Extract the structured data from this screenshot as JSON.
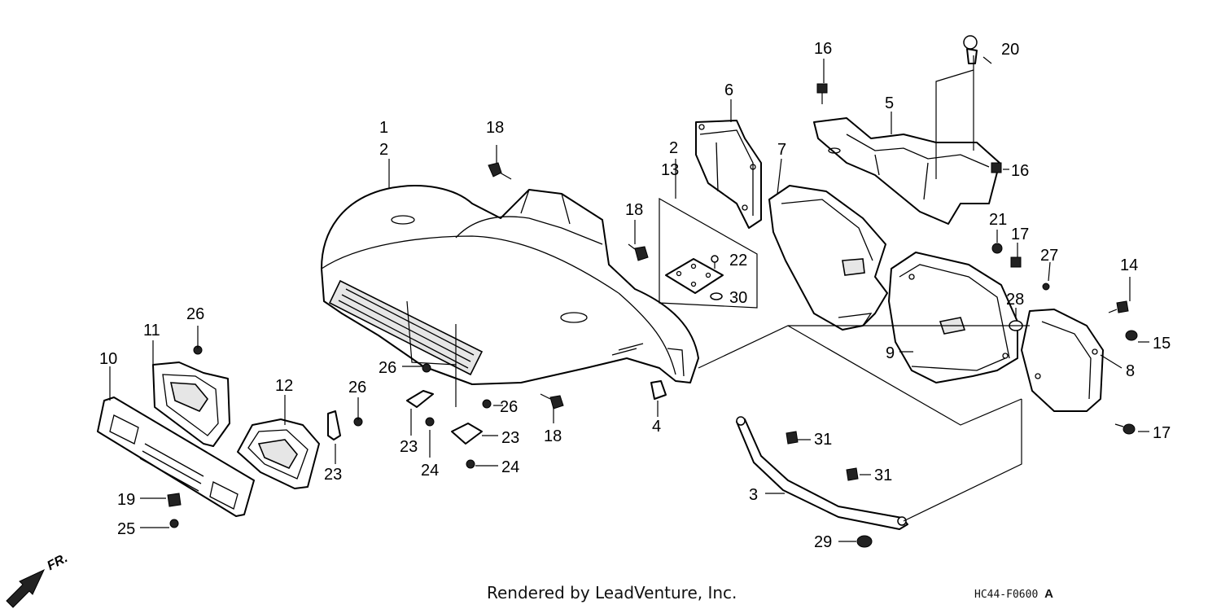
{
  "callouts": {
    "c1": "1",
    "c2a": "2",
    "c2b": "2",
    "c3": "3",
    "c4": "4",
    "c5": "5",
    "c6": "6",
    "c7": "7",
    "c8": "8",
    "c9": "9",
    "c10": "10",
    "c11": "11",
    "c12": "12",
    "c13": "13",
    "c14": "14",
    "c15": "15",
    "c16a": "16",
    "c16b": "16",
    "c17a": "17",
    "c17b": "17",
    "c18a": "18",
    "c18b": "18",
    "c18c": "18",
    "c19": "19",
    "c20": "20",
    "c21": "21",
    "c22": "22",
    "c23a": "23",
    "c23b": "23",
    "c23c": "23",
    "c24a": "24",
    "c24b": "24",
    "c25": "25",
    "c26a": "26",
    "c26b": "26",
    "c26c": "26",
    "c26d": "26",
    "c27": "27",
    "c28": "28",
    "c29": "29",
    "c30": "30",
    "c31a": "31",
    "c31b": "31"
  },
  "footer": {
    "credit": "Rendered by LeadVenture, Inc.",
    "diagram_code": "HC44-F0600",
    "diagram_suffix": "A",
    "front_indicator": "FR."
  }
}
